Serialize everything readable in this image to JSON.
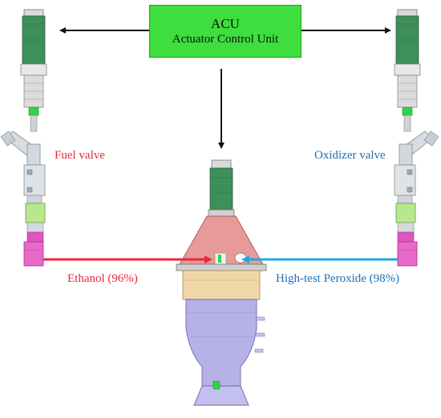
{
  "acu": {
    "title": "ACU",
    "subtitle": "Actuator Control Unit"
  },
  "labels": {
    "fuel_valve": "Fuel valve",
    "oxidizer_valve": "Oxidizer valve",
    "ethanol": "Ethanol (96%)",
    "peroxide": "High-test Peroxide (98%)"
  },
  "colors": {
    "acu_box": "#3dde3d",
    "fuel": "#e8283a",
    "oxidizer": "#1fa8dc",
    "fuel_text": "#e8283a",
    "oxidizer_text": "#1c6fb5",
    "arrow": "#111111",
    "actuator_green": "#3f8f5a",
    "chamber_pink": "#e89a9a",
    "chamber_tan": "#f0d7a8",
    "nozzle_lavender": "#b6b2e8",
    "valve_light_green": "#b8e88c",
    "valve_magenta": "#e055c0"
  }
}
